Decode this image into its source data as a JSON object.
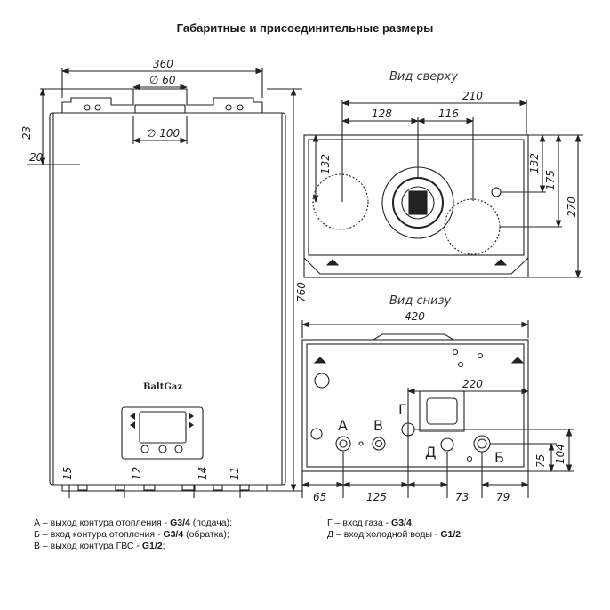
{
  "title": "Габаритные и присоединительные размеры",
  "front": {
    "dims": {
      "width": "360",
      "height": "760",
      "d60": "∅ 60",
      "d100": "∅ 100",
      "d23": "23",
      "d20": "20",
      "b15": "15",
      "b12": "12",
      "b14": "14",
      "b11": "11"
    },
    "brand": "BaltGaz"
  },
  "top_view": {
    "label": "Вид сверху",
    "dims": {
      "d210": "210",
      "d128": "128",
      "d116": "116",
      "d132l": "132",
      "d132r": "132",
      "d175": "175",
      "d270": "270"
    }
  },
  "bottom_view": {
    "label": "Вид снизу",
    "dims": {
      "d420": "420",
      "d220": "220",
      "d65": "65",
      "d125": "125",
      "d73": "73",
      "d79": "79",
      "d75": "75",
      "d104": "104"
    },
    "letters": {
      "a": "А",
      "v": "В",
      "g": "Г",
      "d": "Д",
      "b": "Б"
    }
  },
  "legend_left": [
    {
      "prefix": "А – выход контура отопления - ",
      "bold": "G3/4",
      "suffix": " (подача);"
    },
    {
      "prefix": "Б – вход контура отопления - ",
      "bold": "G3/4",
      "suffix": " (обратка);"
    },
    {
      "prefix": "В – выход контура ГВС - ",
      "bold": "G1/2",
      "suffix": ";"
    }
  ],
  "legend_right": [
    {
      "prefix": "Г – вход газа - ",
      "bold": "G3/4",
      "suffix": ";"
    },
    {
      "prefix": "Д – вход холодной воды - ",
      "bold": "G1/2",
      "suffix": ";"
    }
  ]
}
